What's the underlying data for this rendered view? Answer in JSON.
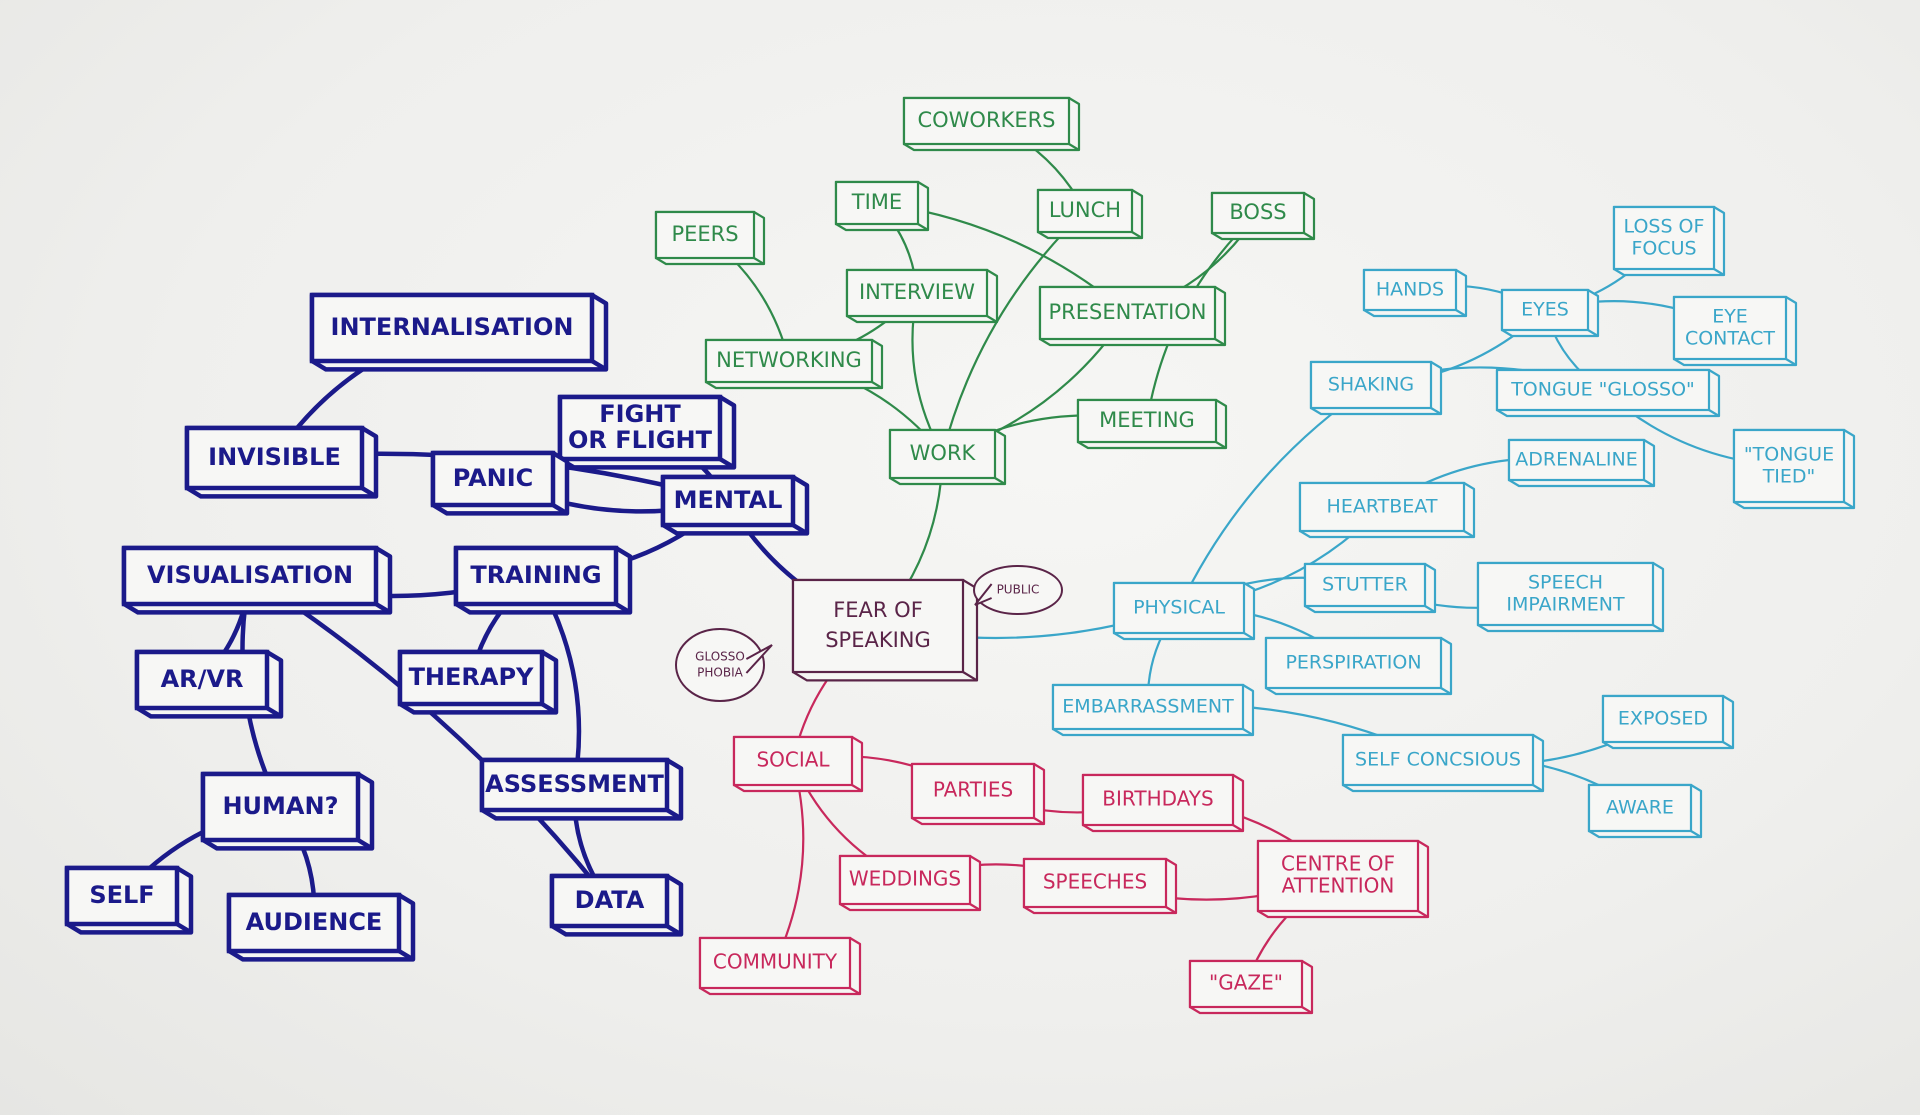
{
  "colors": {
    "navy": "#1b1a8a",
    "green": "#2f8a4a",
    "teal": "#3aa6c9",
    "pink": "#c8285c",
    "purple": "#5a2448"
  },
  "center": {
    "lines": [
      "FEAR OF",
      "SPEAKING"
    ]
  },
  "bubbles": {
    "public": [
      "PUBLIC"
    ],
    "glossophobia": [
      "GLOSSO",
      "PHOBIA"
    ]
  },
  "navy": {
    "internalisation": [
      "INTERNALISATION"
    ],
    "invisible": [
      "INVISIBLE"
    ],
    "fight_or_flight": [
      "FIGHT",
      "OR FLIGHT"
    ],
    "panic": [
      "PANIC"
    ],
    "mental": [
      "MENTAL"
    ],
    "visualisation": [
      "VISUALISATION"
    ],
    "training": [
      "TRAINING"
    ],
    "ar_vr": [
      "AR/VR"
    ],
    "therapy": [
      "THERAPY"
    ],
    "human": [
      "HUMAN?"
    ],
    "assessment": [
      "ASSESSMENT"
    ],
    "self": [
      "SELF"
    ],
    "audience": [
      "AUDIENCE"
    ],
    "data": [
      "DATA"
    ]
  },
  "green": {
    "coworkers": [
      "COWORKERS"
    ],
    "time": [
      "TIME"
    ],
    "lunch": [
      "LUNCH"
    ],
    "boss": [
      "BOSS"
    ],
    "peers": [
      "PEERS"
    ],
    "interview": [
      "INTERVIEW"
    ],
    "presentation": [
      "PRESENTATION"
    ],
    "networking": [
      "NETWORKING"
    ],
    "meeting": [
      "MEETING"
    ],
    "work": [
      "WORK"
    ]
  },
  "teal": {
    "loss_of_focus": [
      "LOSS OF",
      "FOCUS"
    ],
    "hands": [
      "HANDS"
    ],
    "eyes": [
      "EYES"
    ],
    "eye_contact": [
      "EYE",
      "CONTACT"
    ],
    "shaking": [
      "SHAKING"
    ],
    "tongue_glosso": [
      "TONGUE \"GLOSSO\""
    ],
    "tongue_tied": [
      "\"TONGUE",
      "TIED\""
    ],
    "adrenaline": [
      "ADRENALINE"
    ],
    "heartbeat": [
      "HEARTBEAT"
    ],
    "physical": [
      "PHYSICAL"
    ],
    "stutter": [
      "STUTTER"
    ],
    "speech_impairment": [
      "SPEECH",
      "IMPAIRMENT"
    ],
    "perspiration": [
      "PERSPIRATION"
    ],
    "embarrassment": [
      "EMBARRASSMENT"
    ],
    "exposed": [
      "EXPOSED"
    ],
    "self_conscious": [
      "SELF CONCSIOUS"
    ],
    "aware": [
      "AWARE"
    ]
  },
  "pink": {
    "social": [
      "SOCIAL"
    ],
    "parties": [
      "PARTIES"
    ],
    "birthdays": [
      "BIRTHDAYS"
    ],
    "weddings": [
      "WEDDINGS"
    ],
    "speeches": [
      "SPEECHES"
    ],
    "centre_of_attention": [
      "CENTRE OF",
      "ATTENTION"
    ],
    "community": [
      "COMMUNITY"
    ],
    "gaze": [
      "\"GAZE\""
    ]
  }
}
